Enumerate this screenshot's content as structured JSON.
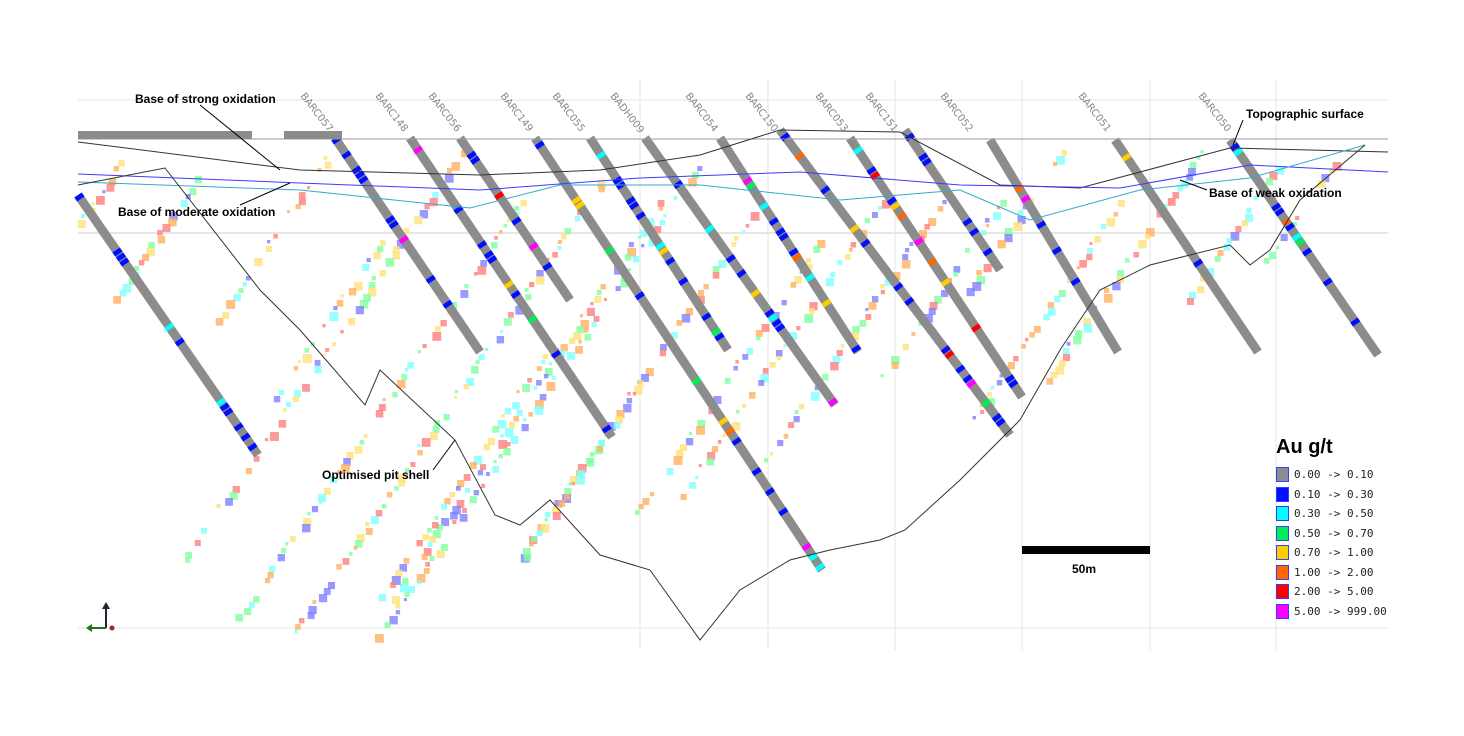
{
  "annotations": {
    "strong_oxidation": "Base of strong oxidation",
    "moderate_oxidation": "Base of moderate oxidation",
    "topographic_surface": "Topographic surface",
    "weak_oxidation": "Base of weak oxidation",
    "pit_shell": "Optimised pit shell"
  },
  "drill_holes": [
    "BARC057",
    "BARC148",
    "BARC056",
    "BARC149",
    "BARC055",
    "BADH009",
    "BARC054",
    "BARC150",
    "BARC053",
    "BARC151",
    "BARC052",
    "BARC051",
    "BARC050"
  ],
  "scale_bar": {
    "label": "50m"
  },
  "legend": {
    "title": "Au g/t",
    "items": [
      {
        "label": "0.00 -> 0.10",
        "color": "#8c8c8c"
      },
      {
        "label": "0.10 -> 0.30",
        "color": "#0010ff"
      },
      {
        "label": "0.30 -> 0.50",
        "color": "#00ffff"
      },
      {
        "label": "0.50 -> 0.70",
        "color": "#00ee55"
      },
      {
        "label": "0.70 -> 1.00",
        "color": "#ffcc00"
      },
      {
        "label": "1.00 -> 2.00",
        "color": "#ff6600"
      },
      {
        "label": "2.00 -> 5.00",
        "color": "#ff0000"
      },
      {
        "label": "5.00 -> 999.00",
        "color": "#ff00ff"
      }
    ]
  },
  "line_colors": {
    "topography": "#555555",
    "strong_oxidation": "#333333",
    "moderate_oxidation": "#3b3bff",
    "weak_oxidation": "#33aacc",
    "pit_shell": "#333333"
  }
}
